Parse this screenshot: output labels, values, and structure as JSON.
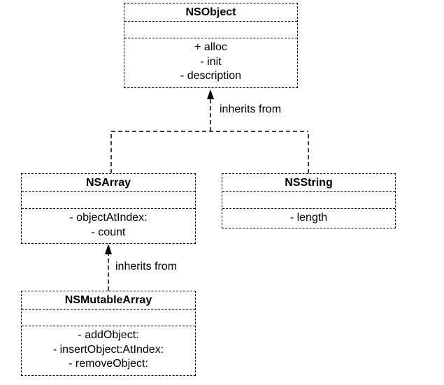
{
  "classes": {
    "nsobject": {
      "name": "NSObject",
      "methods": [
        "+ alloc",
        "- init",
        "- description"
      ]
    },
    "nsarray": {
      "name": "NSArray",
      "methods": [
        "- objectAtIndex:",
        "- count"
      ]
    },
    "nsstring": {
      "name": "NSString",
      "methods": [
        "- length"
      ]
    },
    "nsmutablearray": {
      "name": "NSMutableArray",
      "methods": [
        "- addObject:",
        "- insertObject:AtIndex:",
        "- removeObject:"
      ]
    }
  },
  "edges": {
    "top_label": "inherits from",
    "bottom_label": "inherits from"
  }
}
